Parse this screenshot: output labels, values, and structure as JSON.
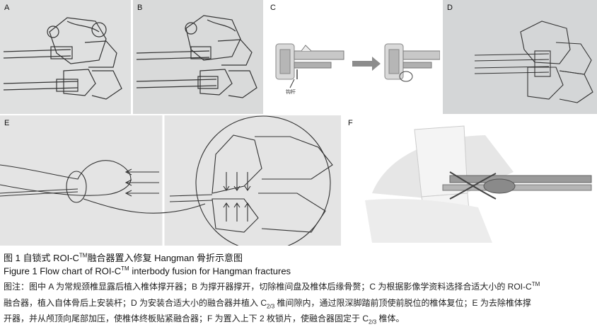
{
  "panels": {
    "a": "A",
    "b": "B",
    "c": "C",
    "d": "D",
    "e": "E",
    "f": "F",
    "c_callout": "钩杆"
  },
  "caption": {
    "cn_prefix": "图 1   自锁式 ROI-C",
    "tm": "TM",
    "cn_suffix": "融合器置入修复 Hangman 骨折示意图",
    "en_prefix": "Figure 1    Flow chart of ROI-C",
    "en_suffix": " interbody fusion for Hangman fractures"
  },
  "note": {
    "l1a": "图注：图中 A 为常规颈椎显露后植入椎体撑开器；B 为撑开器撑开，切除椎间盘及椎体后缘骨赘；C 为根据影像学资料选择合适大小的 ROI-C",
    "l1tm": "TM",
    "l2a": "融合器，植入自体骨后上安装杆；D 为安装合适大小的融合器并植入 C",
    "l2sub": "2/3",
    "l2b": " 椎间隙内，通过限深脚踏前顶使前脱位的椎体复位；E 为去除椎体撑",
    "l3a": "开器，并从颅顶向尾部加压，使椎体终板贴紧融合器；F 为置入上下 2 枚锁片，使融合器固定于 C",
    "l3sub": "2/3",
    "l3b": " 椎体。"
  }
}
